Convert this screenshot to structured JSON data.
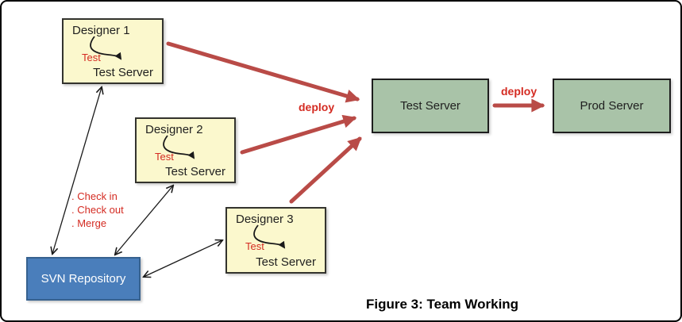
{
  "figure": {
    "caption": "Figure 3: Team Working"
  },
  "colors": {
    "designer_fill": "#FBF8CD",
    "designer_border": "#33332E",
    "server_fill": "#A9C3A8",
    "server_border": "#1E1E1E",
    "svn_fill": "#4A7EBB",
    "svn_border": "#36618F",
    "arrow_red": "#B94B47",
    "text_red": "#D42B22",
    "arrow_black": "#1A1A1A"
  },
  "nodes": {
    "designers": [
      {
        "title": "Designer 1",
        "test_label": "Test",
        "server_label": "Test Server"
      },
      {
        "title": "Designer 2",
        "test_label": "Test",
        "server_label": "Test Server"
      },
      {
        "title": "Designer 3",
        "test_label": "Test",
        "server_label": "Test Server"
      }
    ],
    "svn": {
      "label": "SVN Repository"
    },
    "test_server": {
      "label": "Test Server"
    },
    "prod_server": {
      "label": "Prod Server"
    }
  },
  "labels": {
    "deploy_to_test": "deploy",
    "deploy_to_prod": "deploy",
    "svn_actions": [
      ". Check in",
      ". Check out",
      ". Merge"
    ]
  }
}
